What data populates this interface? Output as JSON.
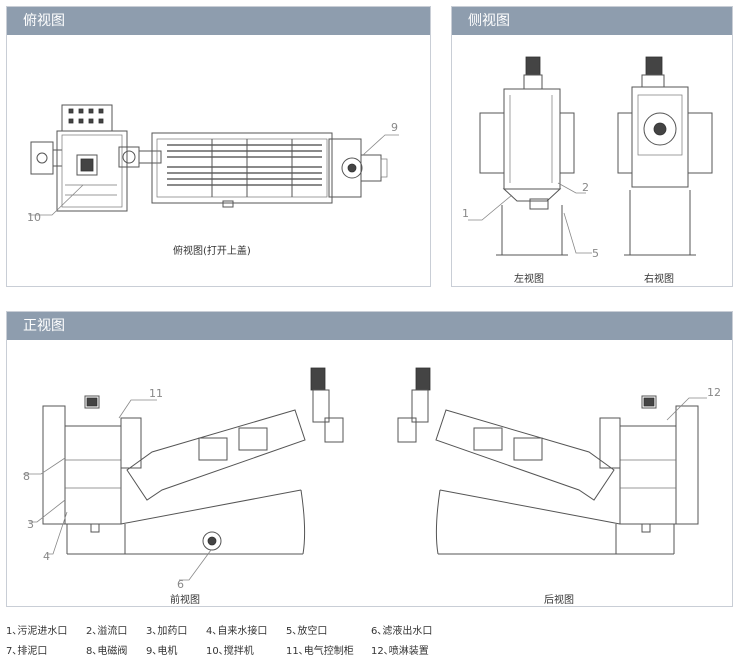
{
  "panels": {
    "top": {
      "title": "俯视图",
      "caption": "俯视图(打开上盖)"
    },
    "side": {
      "title": "侧视图",
      "caption_left": "左视图",
      "caption_right": "右视图"
    },
    "front": {
      "title": "正视图",
      "caption_front": "前视图",
      "caption_back": "后视图"
    }
  },
  "callouts": [
    "1",
    "2",
    "3",
    "4",
    "5",
    "6",
    "8",
    "9",
    "10",
    "11",
    "12"
  ],
  "legend": {
    "row1": [
      "1､污泥进水口",
      "2､溢流口",
      "3､加药口",
      "4､自来水接口",
      "5､放空口",
      "6､滤液出水口"
    ],
    "row2": [
      "7､排泥口",
      "8､电磁阀",
      "9､电机",
      "10､搅拌机",
      "11､电气控制柜",
      "12､喷淋装置"
    ]
  }
}
